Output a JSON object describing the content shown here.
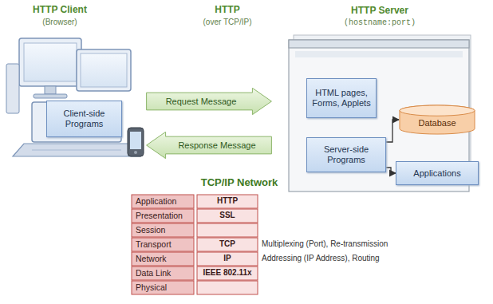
{
  "diagram": {
    "nodes": [
      {
        "text": [
          "Client-side Programs"
        ]
      },
      {
        "text": [
          "Request Message"
        ]
      },
      {
        "text": [
          "Response Message"
        ]
      },
      {
        "text": [
          "HTTP Server",
          "(hostname:port)"
        ]
      },
      {
        "text": [
          "HTML pages, Forms, Applets"
        ],
        "in": 3
      },
      {
        "text": [
          "Server-side Programs"
        ],
        "in": 3
      },
      {
        "text": [
          "Database"
        ]
      },
      {
        "text": [
          "Applications"
        ]
      }
    ],
    "edges": [
      {
        "from": 5,
        "to": 6,
        "arrow": "to"
      },
      {
        "from": 5,
        "to": 7,
        "arrow": "to"
      }
    ],
    "labels": [
      "HTTP Client",
      "(Browser)",
      "HTTP",
      "(over TCP/IP)",
      "TCP/IP Network",
      "Application",
      "Presentation",
      "Session",
      "Transport",
      "Network",
      "Data Link",
      "Physical",
      "HTTP",
      "SSL",
      "TCP",
      "IP",
      "IEEE 802.11x",
      "Multiplexing (Port), Re-transmission",
      "Addressing (IP Address), Routing"
    ]
  }
}
